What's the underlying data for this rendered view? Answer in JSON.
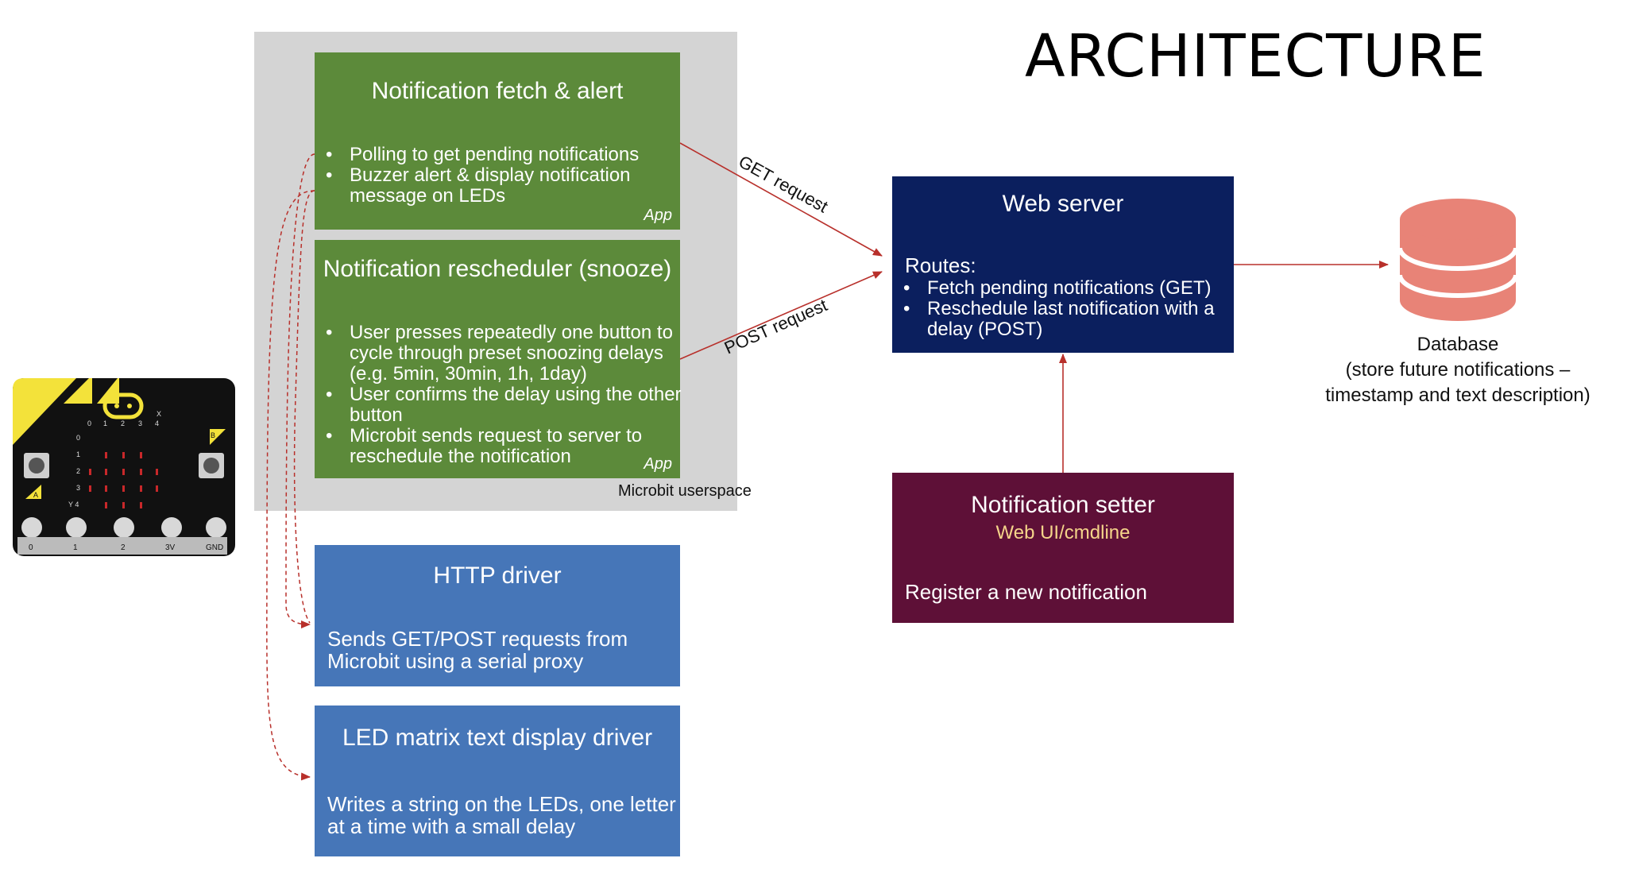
{
  "title": "ARCHITECTURE",
  "userspace_label": "Microbit userspace",
  "fetch_box": {
    "title": "Notification fetch & alert",
    "bullets": [
      "Polling to get pending notifications",
      "Buzzer alert & display notification message on LEDs"
    ],
    "tag": "App"
  },
  "snooze_box": {
    "title": "Notification rescheduler (snooze)",
    "bullets": [
      "User presses repeatedly one button to cycle through preset snoozing delays (e.g. 5min, 30min, 1h, 1day)",
      "User confirms the delay using the other button",
      "Microbit sends request to server to reschedule the notification"
    ],
    "tag": "App"
  },
  "http_box": {
    "title": "HTTP driver",
    "text": "Sends GET/POST requests from Microbit using a serial proxy"
  },
  "led_box": {
    "title": "LED matrix text display driver",
    "text": "Writes a string on the LEDs, one letter at a time with a small delay"
  },
  "webserver_box": {
    "title": "Web server",
    "routes_label": "Routes:",
    "bullets": [
      "Fetch pending notifications (GET)",
      "Reschedule last notification with a delay (POST)"
    ]
  },
  "setter_box": {
    "title": "Notification setter",
    "subtitle": "Web UI/cmdline",
    "text": "Register a new notification"
  },
  "database": {
    "label_line1": "Database",
    "label_line2": "(store future notifications –",
    "label_line3": "timestamp and text description)"
  },
  "edges": {
    "get_label": "GET request",
    "post_label": "POST request"
  },
  "microbit": {
    "col_labels": [
      "0",
      "1",
      "2",
      "3",
      "4"
    ],
    "row_labels": [
      "0",
      "1",
      "2",
      "3",
      "Y 4"
    ],
    "x_label": "X",
    "button_a": "A",
    "button_b": "B",
    "pins": [
      "0",
      "1",
      "2",
      "3V",
      "GND"
    ]
  },
  "colors": {
    "green": "#5c8a3a",
    "blue": "#4676b8",
    "navy": "#0b1f5e",
    "maroon": "#5e1037",
    "arrow": "#b8302b",
    "database": "#e88377",
    "userspace_bg": "#d4d4d4",
    "setter_subtitle": "#f5d48a"
  }
}
